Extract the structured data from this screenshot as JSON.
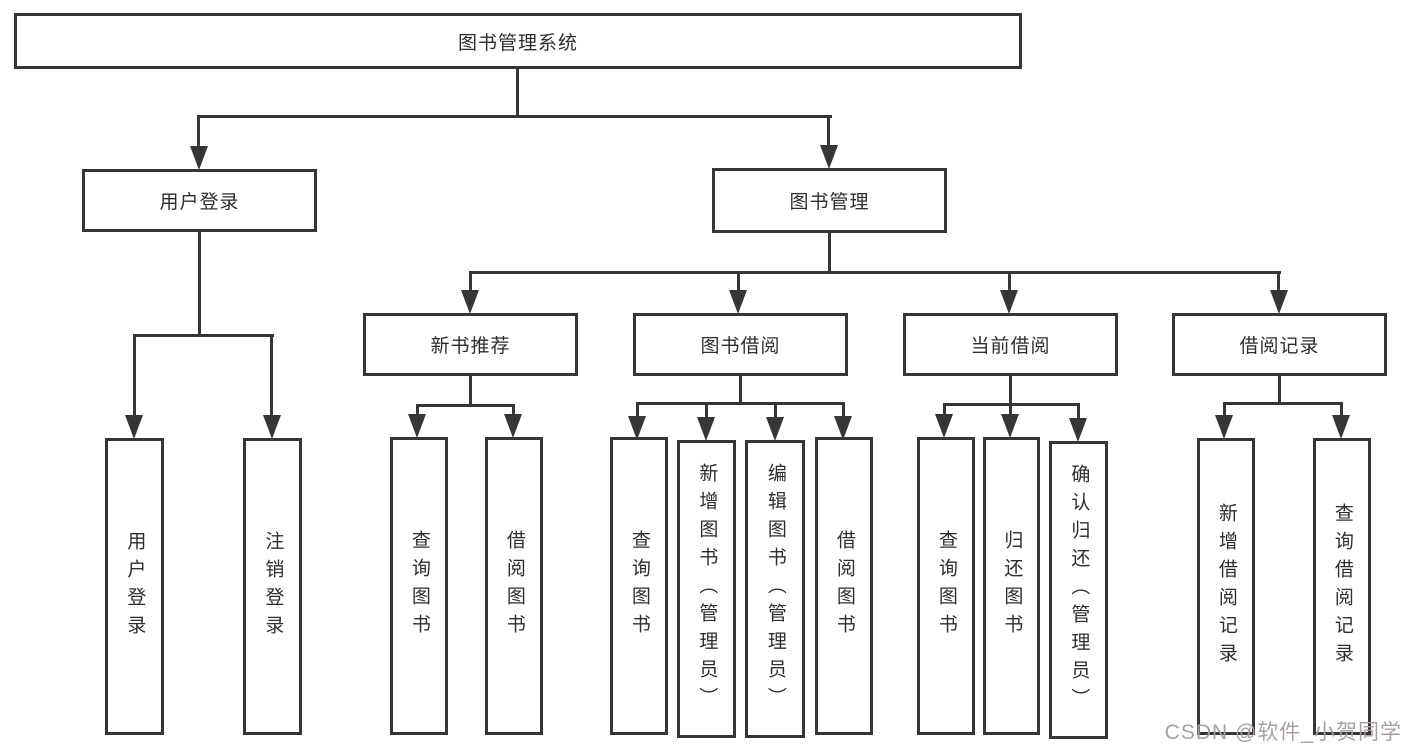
{
  "tree": {
    "label": "图书管理系统",
    "children": [
      {
        "label": "用户登录",
        "children": [
          {
            "label": "用户登录"
          },
          {
            "label": "注销登录"
          }
        ]
      },
      {
        "label": "图书管理",
        "children": [
          {
            "label": "新书推荐",
            "children": [
              {
                "label": "查询图书"
              },
              {
                "label": "借阅图书"
              }
            ]
          },
          {
            "label": "图书借阅",
            "children": [
              {
                "label": "查询图书"
              },
              {
                "label": "新增图书（管理员）"
              },
              {
                "label": "编辑图书（管理员）"
              },
              {
                "label": "借阅图书"
              }
            ]
          },
          {
            "label": "当前借阅",
            "children": [
              {
                "label": "查询图书"
              },
              {
                "label": "归还图书"
              },
              {
                "label": "确认归还（管理员）"
              }
            ]
          },
          {
            "label": "借阅记录",
            "children": [
              {
                "label": "新增借阅记录"
              },
              {
                "label": "查询借阅记录"
              }
            ]
          }
        ]
      }
    ]
  },
  "watermark": {
    "text": "CSDN @软件_小贺同学"
  },
  "colors": {
    "line": "#363636",
    "box_border": "#363636",
    "box_background": "#ffffff",
    "text": "#2e2e2e",
    "page_background": "#ffffff",
    "watermark": "#a8a0a0"
  }
}
